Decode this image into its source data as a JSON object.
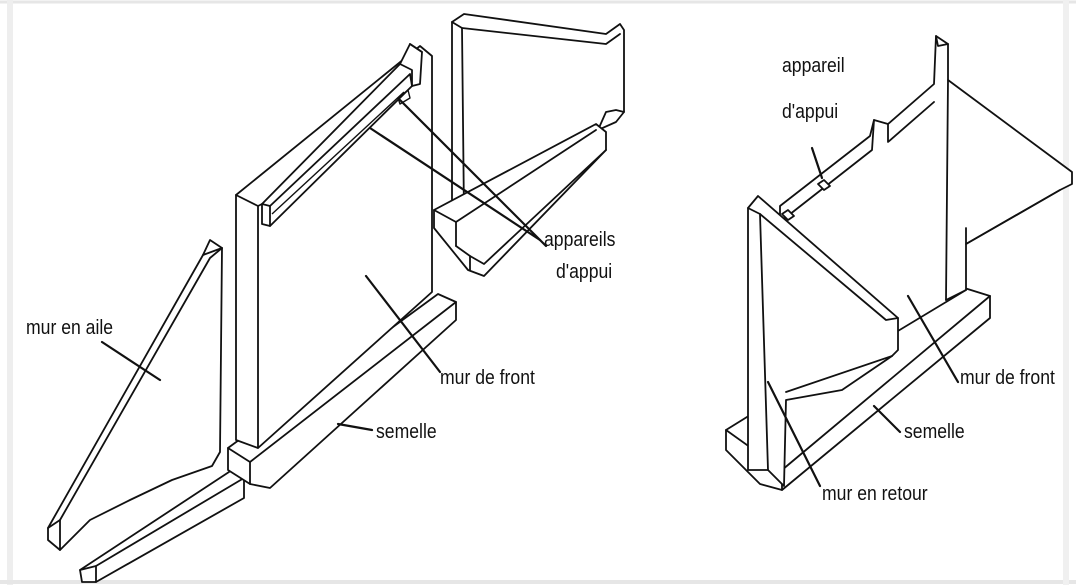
{
  "left_figure": {
    "labels": {
      "wing_wall": "mur en aile",
      "bearings": "appareils",
      "bearings_2": "d'appui",
      "front_wall": "mur de front",
      "footing": "semelle"
    }
  },
  "right_figure": {
    "labels": {
      "bearing": "appareil",
      "bearing_2": "d'appui",
      "front_wall": "mur de front",
      "footing": "semelle",
      "return_wall": "mur en retour"
    }
  },
  "colors": {
    "ink": "#111111",
    "background": "#ffffff",
    "frame_edge": "#e6e6e6"
  }
}
